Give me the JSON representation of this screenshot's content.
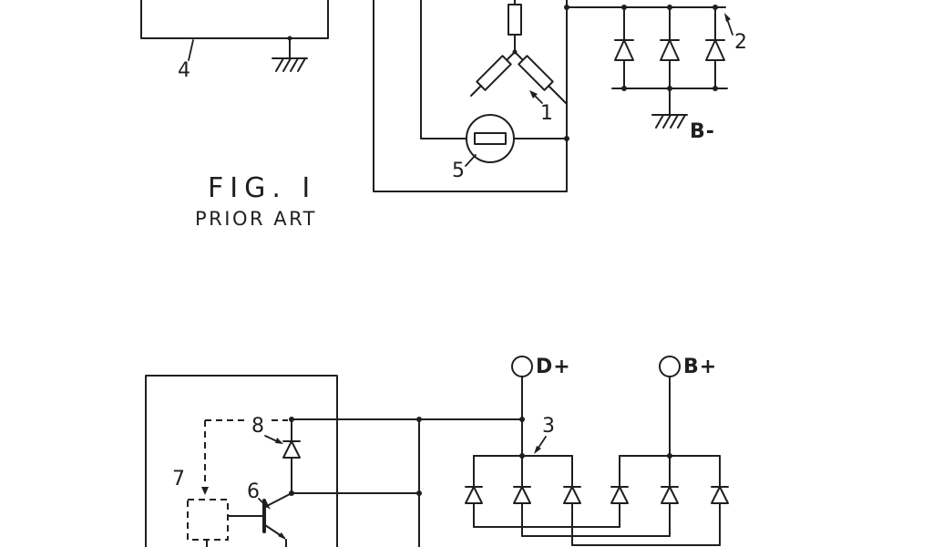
{
  "canvas": {
    "ink": "#1f1f1f",
    "paper": "#ffffff"
  },
  "fig1": {
    "title": "FIG. I",
    "subtitle": "PRIOR ART",
    "labels": {
      "windings": "1",
      "rectifier": "2",
      "load_box": "4",
      "lamp": "5",
      "battery_negative": "B-"
    }
  },
  "fig2": {
    "labels": {
      "diode_group": "3",
      "transistor": "6",
      "control_unit": "7",
      "zener": "8",
      "terminal_d": "D+",
      "terminal_b": "B+"
    }
  }
}
